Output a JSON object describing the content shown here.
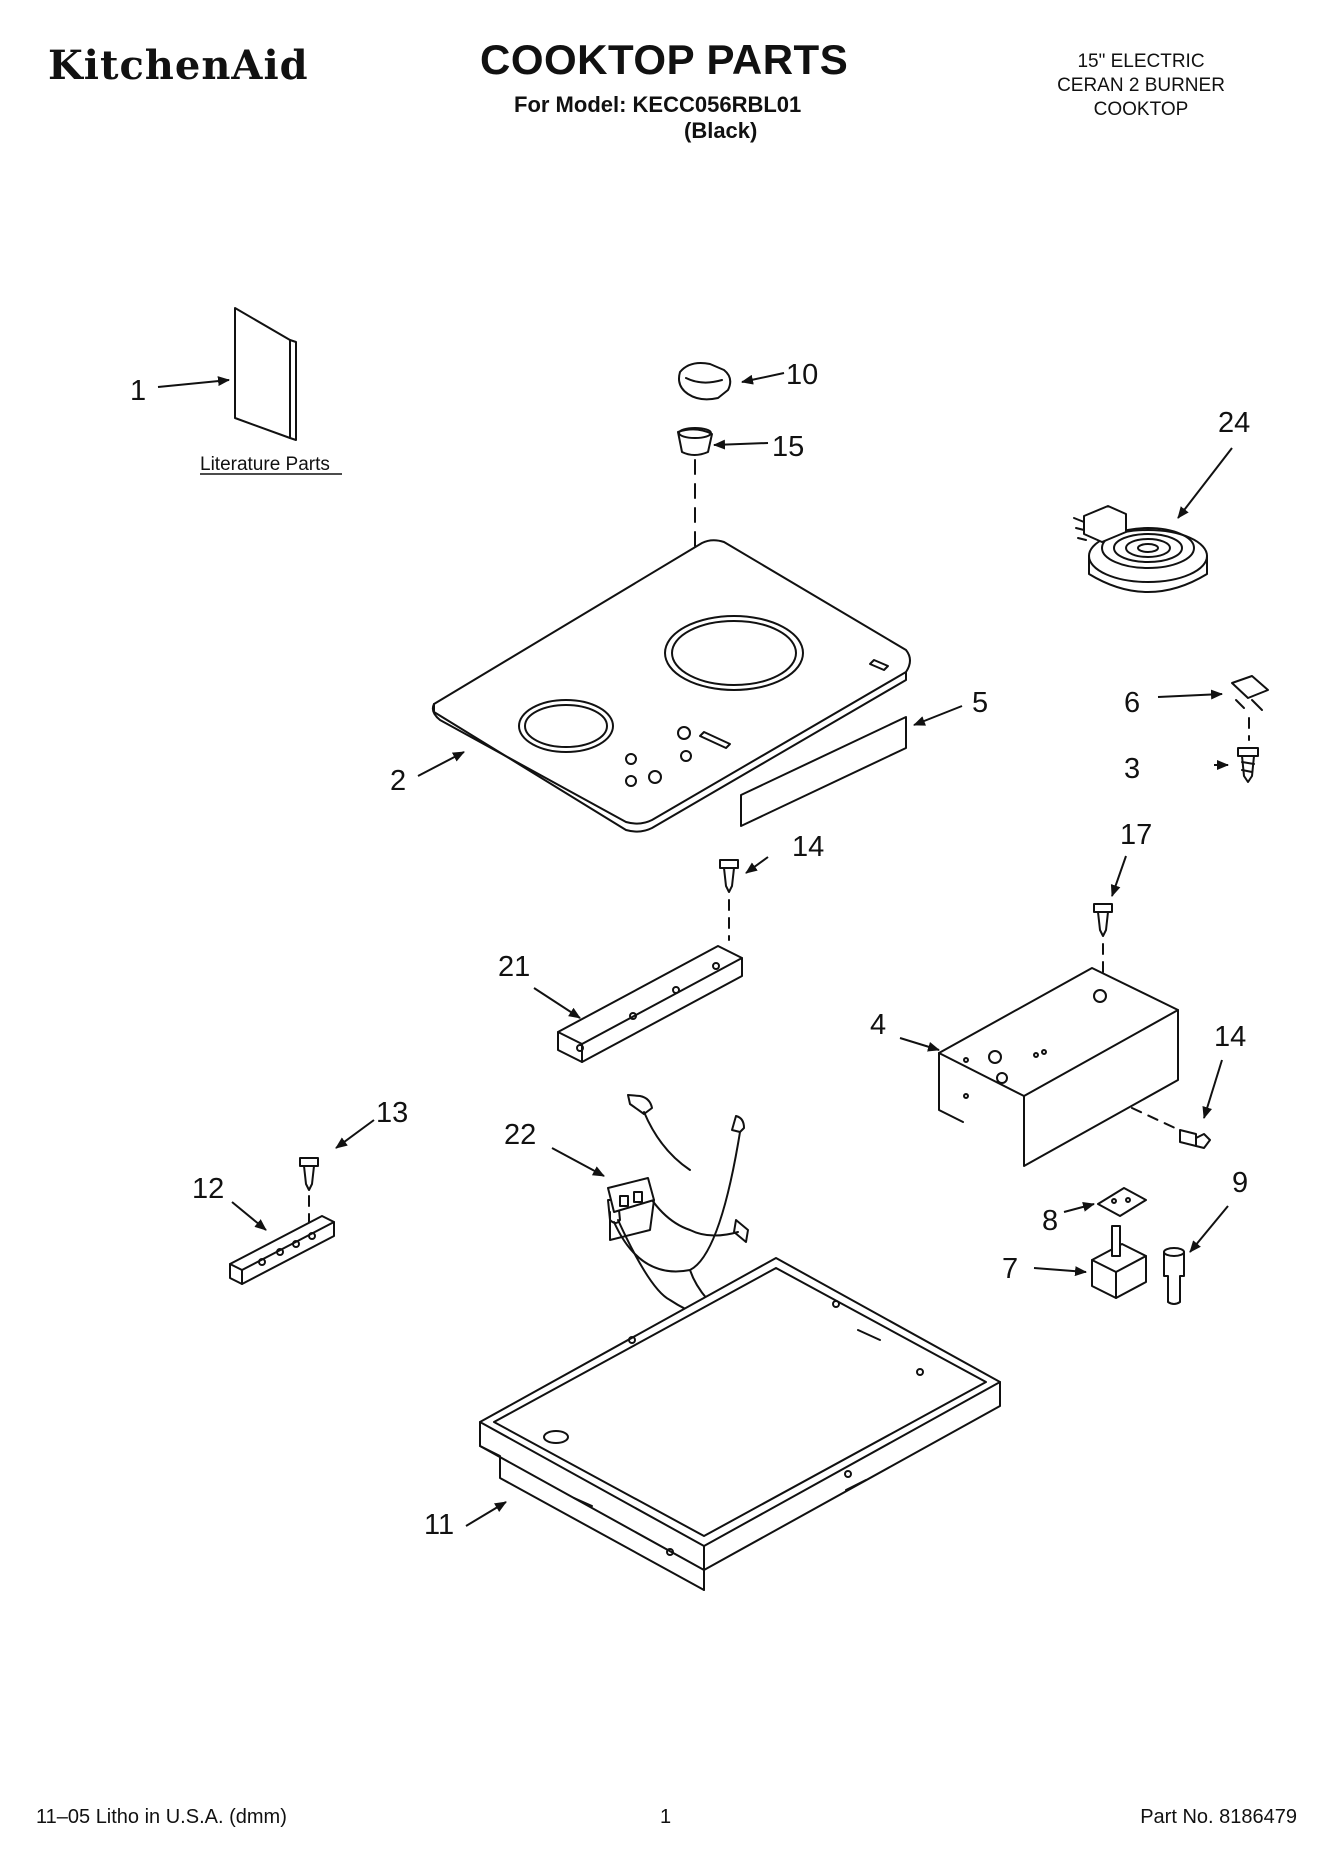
{
  "header": {
    "brand": "KitchenAid",
    "title": "COOKTOP PARTS",
    "model": "For Model: KECC056RBL01",
    "variant": "(Black)",
    "description": [
      "15\" ELECTRIC",
      "CERAN 2 BURNER",
      "COOKTOP"
    ]
  },
  "diagram": {
    "literature_label": "Literature Parts",
    "callouts": {
      "c1": "1",
      "c2": "2",
      "c3": "3",
      "c4": "4",
      "c5": "5",
      "c6": "6",
      "c7": "7",
      "c8": "8",
      "c9": "9",
      "c10": "10",
      "c11": "11",
      "c12": "12",
      "c13": "13",
      "c14a": "14",
      "c14b": "14",
      "c15": "15",
      "c17": "17",
      "c21": "21",
      "c22": "22",
      "c24": "24"
    }
  },
  "footer": {
    "left": "11–05 Litho in U.S.A. (dmm)",
    "page": "1",
    "part_no": "Part No. 8186479"
  }
}
